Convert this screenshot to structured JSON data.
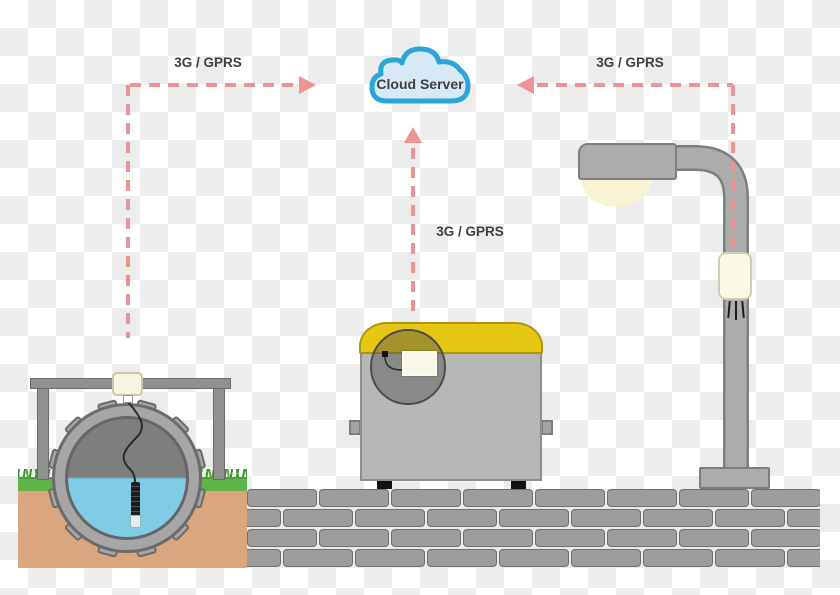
{
  "cloud": {
    "label": "Cloud Server",
    "icon": "cloud-icon"
  },
  "links": [
    {
      "from": "sewer-level-sensor",
      "to": "cloud-server",
      "label": "3G / GPRS"
    },
    {
      "from": "smart-waste-bin",
      "to": "cloud-server",
      "label": "3G / GPRS"
    },
    {
      "from": "smart-street-lamp",
      "to": "cloud-server",
      "label": "3G / GPRS"
    }
  ],
  "nodes": [
    {
      "icon": "manhole-level-sensor-icon"
    },
    {
      "icon": "smart-waste-bin-icon"
    },
    {
      "icon": "street-lamp-icon"
    }
  ],
  "colors": {
    "link": "#ec9494",
    "cloud_stroke": "#2aa5d8",
    "cloud_fill": "#d6e9f5",
    "lid_yellow": "#e6c714",
    "water": "#80cce6",
    "grass": "#61b44a",
    "soil": "#d9a67e",
    "brick": "#9d9d9d",
    "device": "#f8f6e4"
  }
}
